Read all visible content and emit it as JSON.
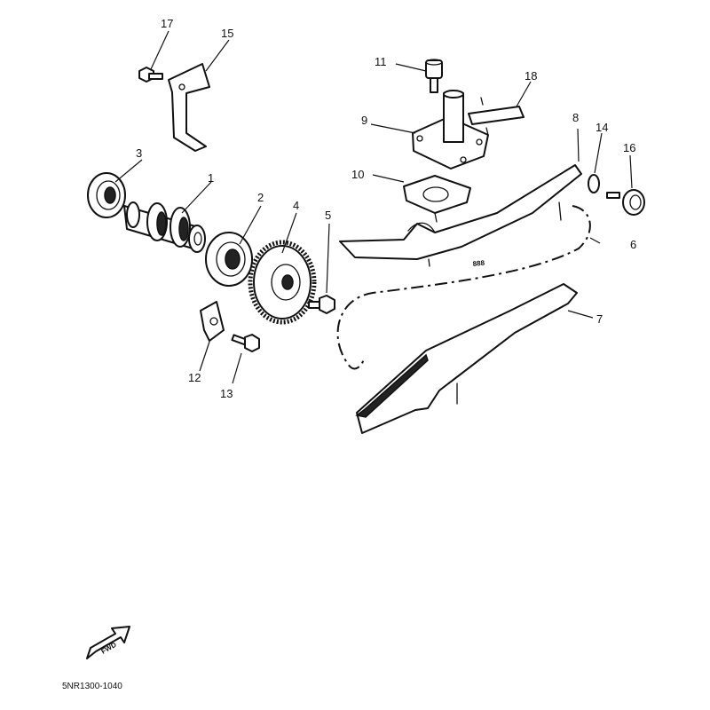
{
  "diagram_code": "5NR1300-1040",
  "forward_label": "FWD",
  "callouts": [
    "1",
    "2",
    "3",
    "4",
    "5",
    "6",
    "7",
    "8",
    "9",
    "10",
    "11",
    "12",
    "13",
    "14",
    "15",
    "16",
    "17",
    "18"
  ]
}
